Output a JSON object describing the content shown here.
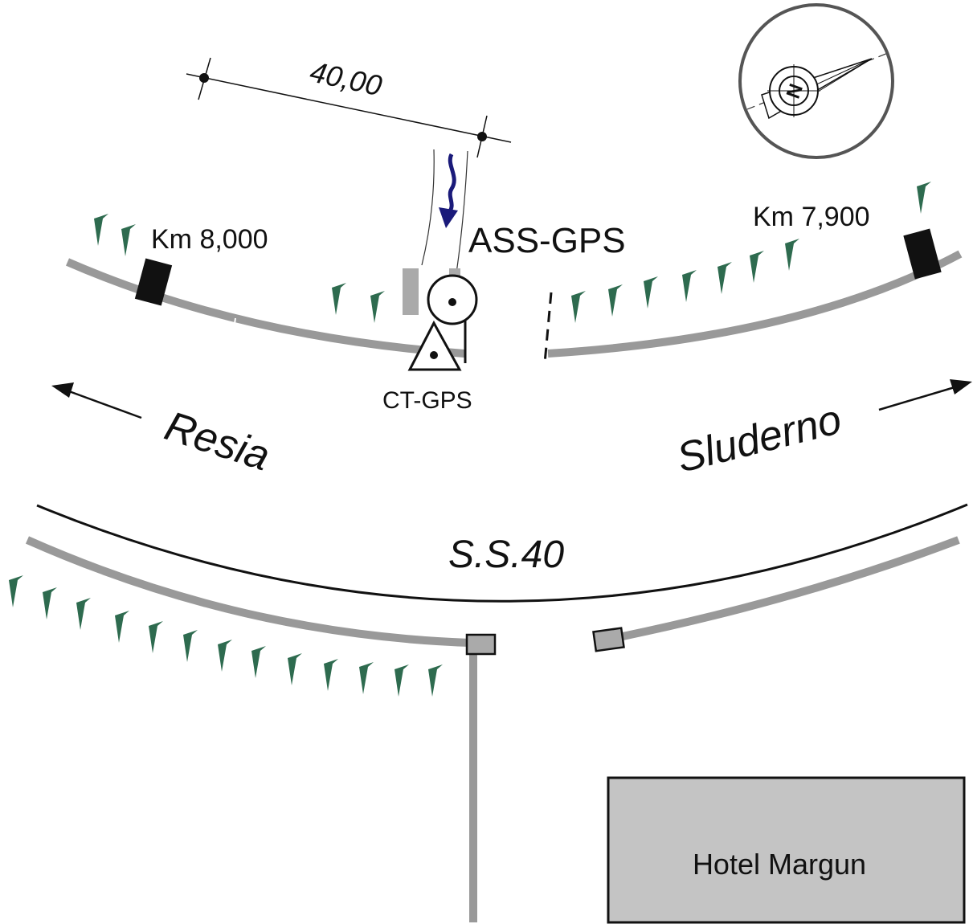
{
  "labels": {
    "dimension": "40,00",
    "km_left": "Km 8,000",
    "km_right": "Km 7,900",
    "ass_gps": "ASS-GPS",
    "ct_gps": "CT-GPS",
    "direction_left": "Resia",
    "direction_right": "Sluderno",
    "road": "S.S.40",
    "hotel": "Hotel Margun",
    "compass_letter": "N"
  },
  "colors": {
    "barrier": "#999999",
    "tree": "#2e6b4f",
    "flow_arrow": "#1a1a7a",
    "hotel_fill": "#c4c4c4",
    "ink": "#111111"
  },
  "icons": {
    "tree": "tree-symbol",
    "flow": "wavy-arrow",
    "compass": "compass-rose",
    "station_ct": "triangle-dot",
    "station_ass": "circle-dot",
    "km_marker": "black-block"
  }
}
